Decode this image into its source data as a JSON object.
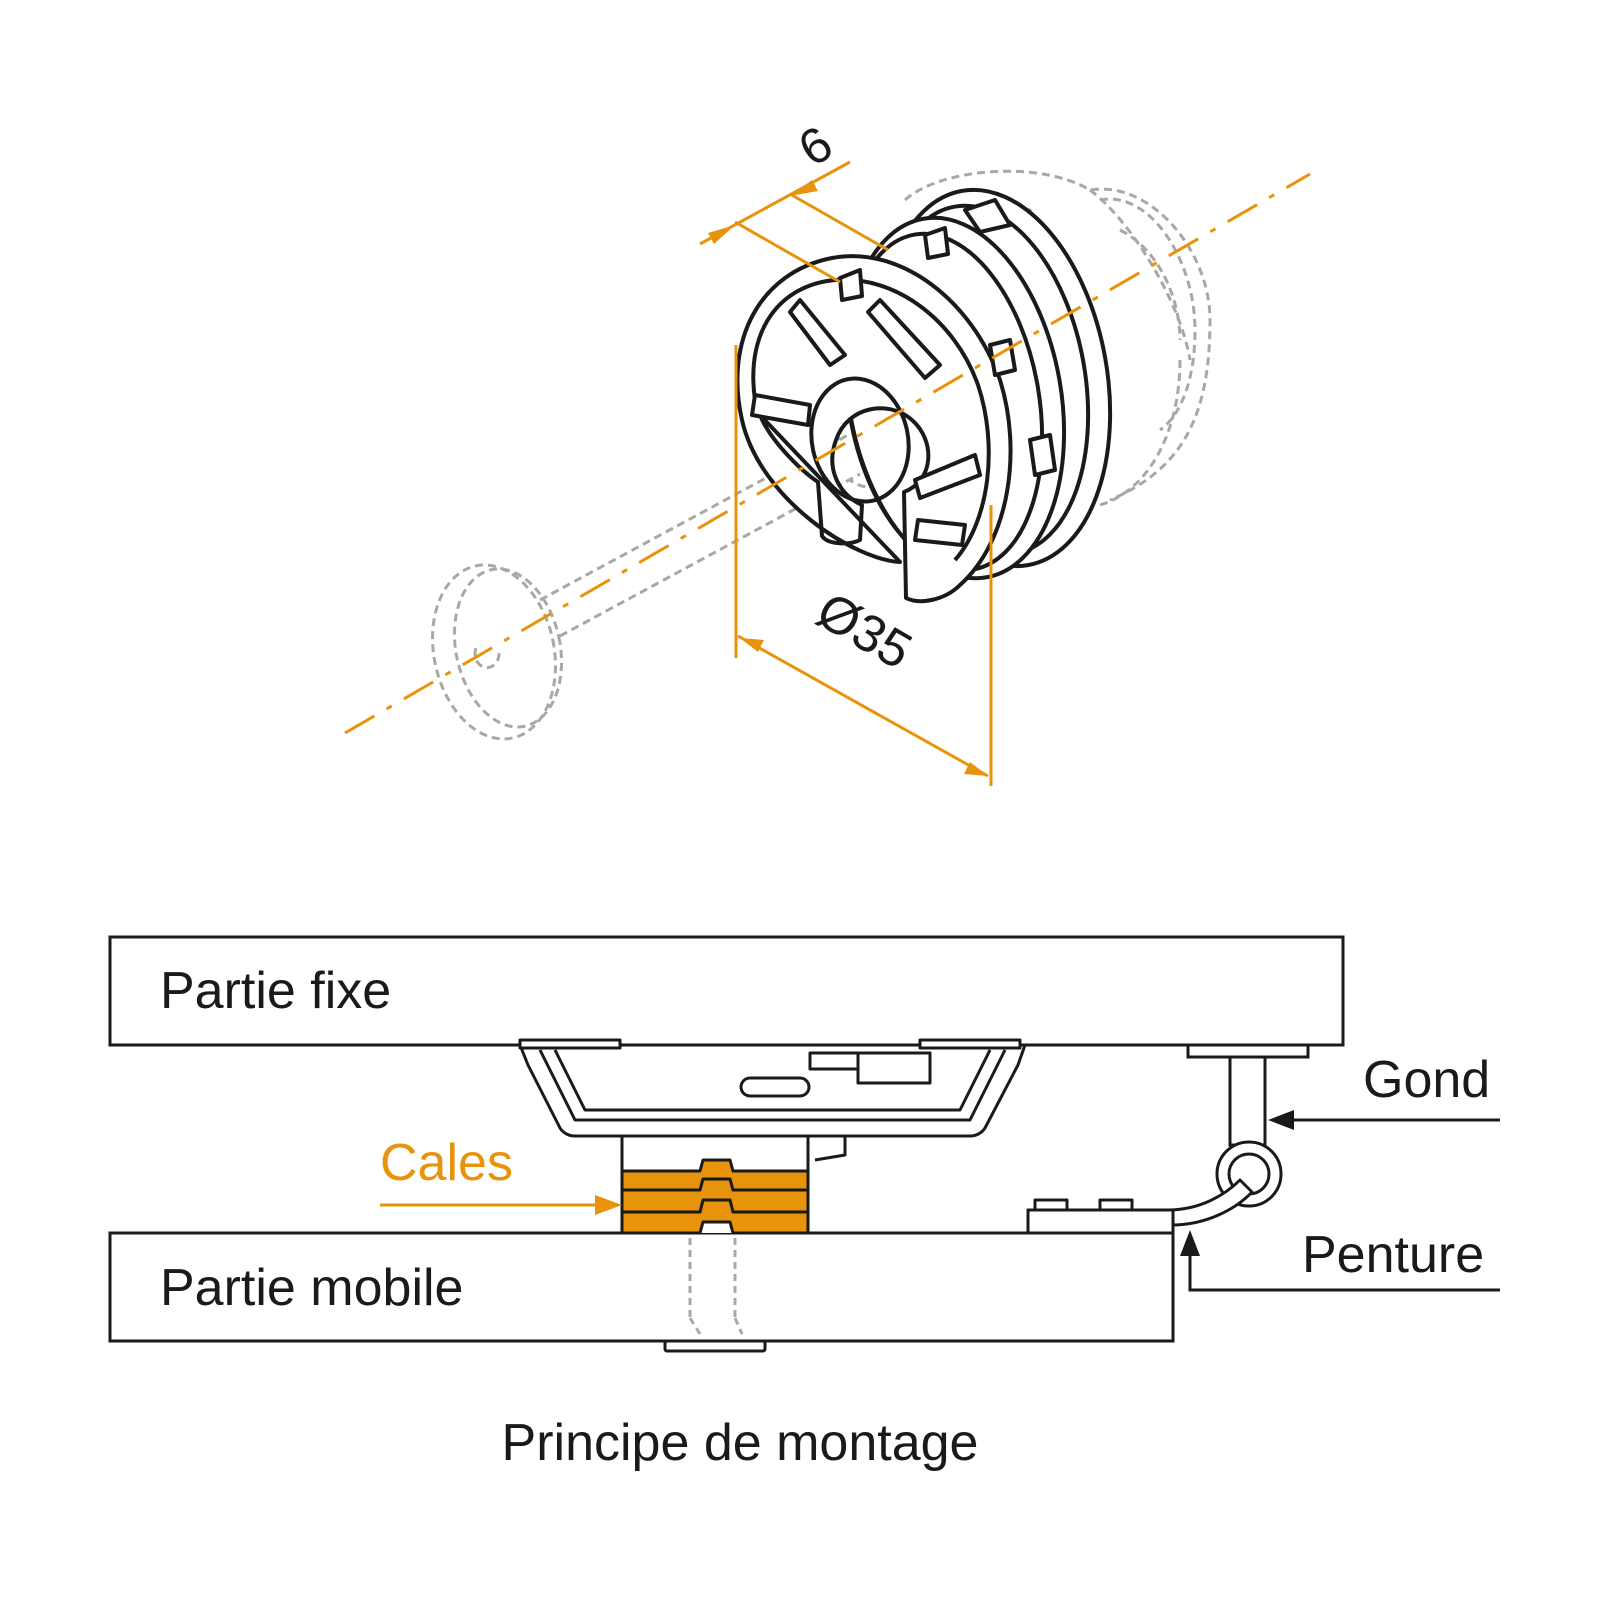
{
  "colors": {
    "accent": "#E8930C",
    "line": "#1a1a1a",
    "ghost": "#a8a8a8",
    "background": "#ffffff"
  },
  "dimensions": {
    "thickness": "6",
    "diameter": "Ø35"
  },
  "assembly": {
    "fixed_part_label": "Partie fixe",
    "mobile_part_label": "Partie mobile",
    "shims_label": "Cales",
    "pin_label": "Gond",
    "strap_label": "Penture"
  },
  "caption": "Principe de montage"
}
